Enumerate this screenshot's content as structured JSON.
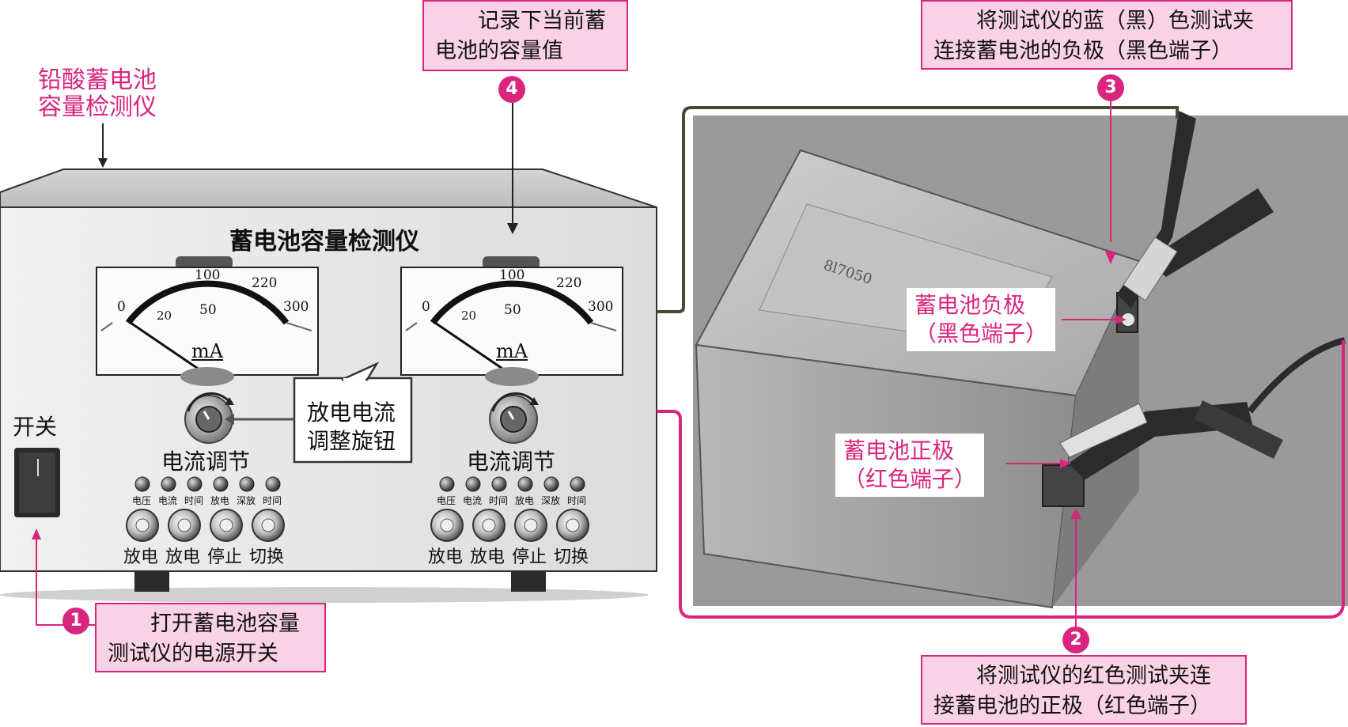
{
  "device_label": [
    "铅酸蓄电池",
    "容量检测仪"
  ],
  "panel": {
    "title": "蓄电池容量检测仪",
    "switch_label": "开关",
    "meters": [
      {
        "ticks": [
          "0",
          "20",
          "50",
          "100",
          "220",
          "300"
        ],
        "unit": "mA"
      },
      {
        "ticks": [
          "0",
          "20",
          "50",
          "100",
          "220",
          "300"
        ],
        "unit": "mA"
      }
    ],
    "knob_labels": [
      "电流调节",
      "电流调节"
    ],
    "knob_callout": [
      "放电电流",
      "调整旋钮"
    ],
    "indicator_labels": [
      "电压",
      "电流",
      "时间",
      "放电",
      "深放",
      "时间"
    ],
    "button_labels": [
      "放电",
      "放电",
      "停止",
      "切换"
    ]
  },
  "steps": [
    {
      "number": "1",
      "lines": [
        "打开蓄电池容量",
        "测试仪的电源开关"
      ]
    },
    {
      "number": "2",
      "lines": [
        "将测试仪的红色测试夹连",
        "接蓄电池的正极（红色端子）"
      ]
    },
    {
      "number": "3",
      "lines": [
        "将测试仪的蓝（黑）色测试夹",
        "连接蓄电池的负极（黑色端子）"
      ]
    },
    {
      "number": "4",
      "lines": [
        "记录下当前蓄",
        "电池的容量值"
      ]
    }
  ],
  "battery": {
    "negative_label": [
      "蓄电池负极",
      "（黑色端子）"
    ],
    "positive_label": [
      "蓄电池正极",
      "（红色端子）"
    ],
    "casing_text": "8l7050"
  },
  "colors": {
    "accent": "#d9257e",
    "callout_fill": "#f9d3e5",
    "panel": "#e6e6e6",
    "photo_bg": "#9a9a9a"
  }
}
